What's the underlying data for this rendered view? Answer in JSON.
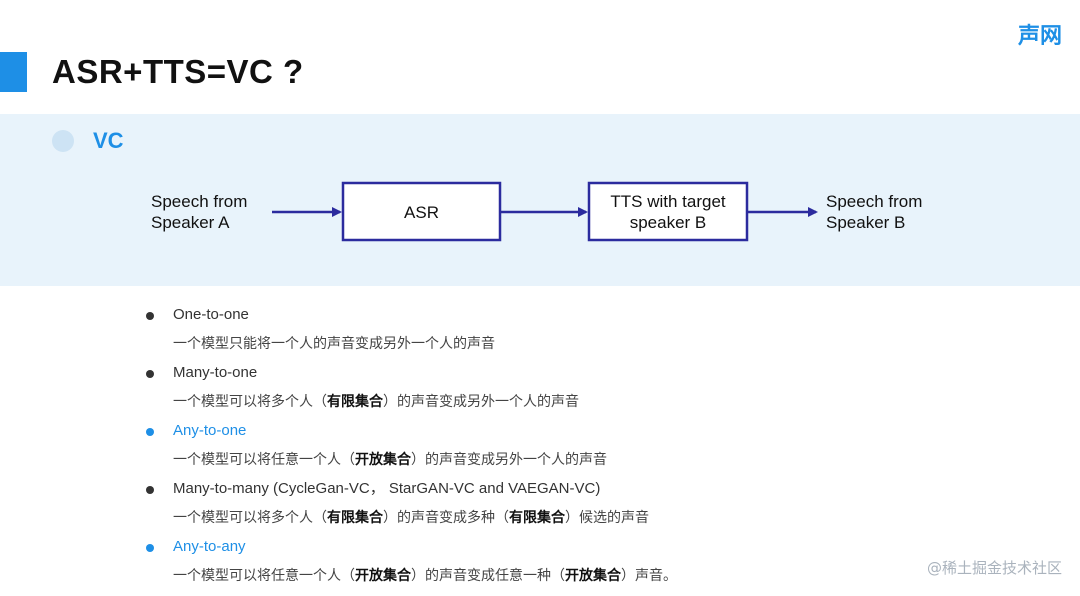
{
  "header": {
    "title": "ASR+TTS=VC ?",
    "brand": "声网"
  },
  "section": {
    "title": "VC"
  },
  "diagram": {
    "source_line1": "Speech from",
    "source_line2": "Speaker A",
    "box1_label": "ASR",
    "box2_line1": "TTS with target",
    "box2_line2": "speaker B",
    "target_line1": "Speech from",
    "target_line2": "Speaker B",
    "line_color": "#2b2b9e"
  },
  "list": [
    {
      "title": "One-to-one",
      "highlight": false,
      "desc": [
        {
          "t": "一个模型只能将一个人的声音变成另外一个人的声音"
        }
      ]
    },
    {
      "title": "Many-to-one",
      "highlight": false,
      "desc": [
        {
          "t": "一个模型可以将多个人（"
        },
        {
          "t": "有限集合",
          "b": true
        },
        {
          "t": "）的声音变成另外一个人的声音"
        }
      ]
    },
    {
      "title": "Any-to-one",
      "highlight": true,
      "desc": [
        {
          "t": "一个模型可以将任意一个人（"
        },
        {
          "t": "开放集合",
          "b": true
        },
        {
          "t": "）的声音变成另外一个人的声音"
        }
      ]
    },
    {
      "title": "Many-to-many (CycleGan-VC，  StarGAN-VC  and VAEGAN-VC)",
      "highlight": false,
      "desc": [
        {
          "t": "一个模型可以将多个人（"
        },
        {
          "t": "有限集合",
          "b": true
        },
        {
          "t": "）的声音变成多种（"
        },
        {
          "t": "有限集合",
          "b": true
        },
        {
          "t": "）候选的声音"
        }
      ]
    },
    {
      "title": "Any-to-any",
      "highlight": true,
      "desc": [
        {
          "t": "一个模型可以将任意一个人（"
        },
        {
          "t": "开放集合",
          "b": true
        },
        {
          "t": "）的声音变成任意一种（"
        },
        {
          "t": "开放集合",
          "b": true
        },
        {
          "t": "）声音。"
        }
      ]
    }
  ],
  "watermark": "@稀土掘金技术社区"
}
